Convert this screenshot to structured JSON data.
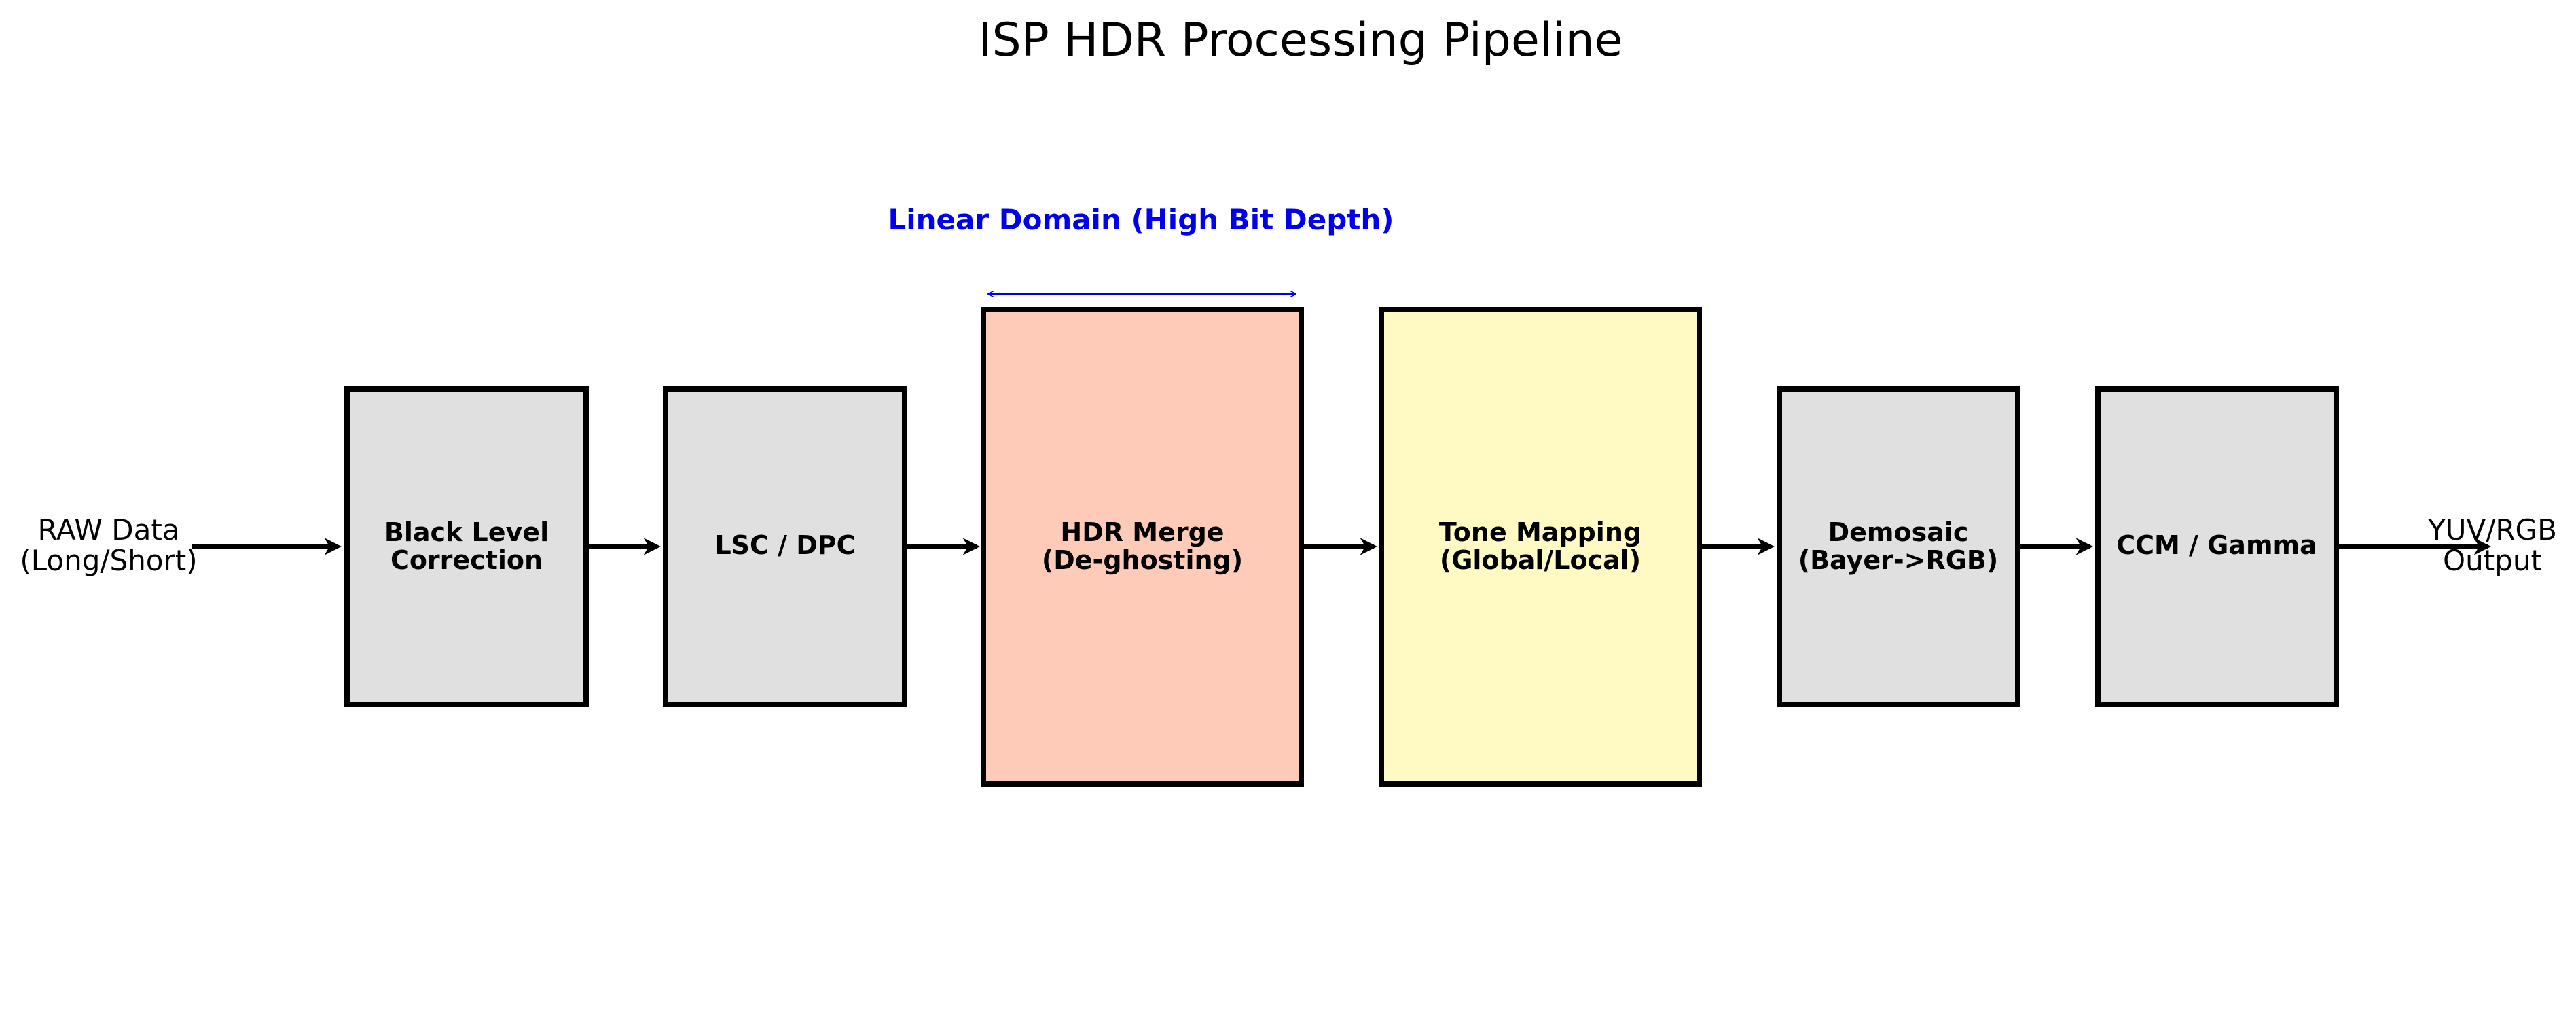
{
  "title": "ISP HDR Processing Pipeline",
  "input": {
    "line1": "RAW Data",
    "line2": "(Long/Short)"
  },
  "output": {
    "line1": "YUV/RGB",
    "line2": "Output"
  },
  "stages": [
    {
      "line1": "Black Level",
      "line2": "Correction",
      "fill": "#e0e0e0"
    },
    {
      "line1": "LSC / DPC",
      "line2": "",
      "fill": "#e0e0e0"
    },
    {
      "line1": "HDR Merge",
      "line2": "(De-ghosting)",
      "fill": "#ffcbb9"
    },
    {
      "line1": "Tone Mapping",
      "line2": "(Global/Local)",
      "fill": "#fff9c4"
    },
    {
      "line1": "Demosaic",
      "line2": "(Bayer->RGB)",
      "fill": "#e0e0e0"
    },
    {
      "line1": "CCM / Gamma",
      "line2": "",
      "fill": "#e0e0e0"
    }
  ],
  "annotation": {
    "label": "Linear Domain (High Bit Depth)",
    "color": "#0000ee"
  },
  "colors": {
    "stroke": "#000000",
    "background": "#ffffff"
  }
}
